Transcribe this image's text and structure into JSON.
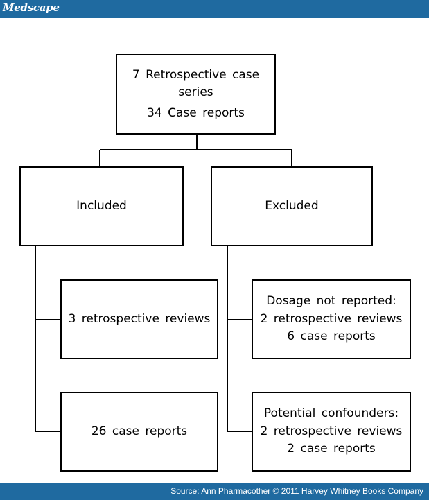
{
  "header": {
    "brand": "Medscape"
  },
  "footer": {
    "source": "Source: Ann Pharmacother © 2011 Harvey Whitney Books Company"
  },
  "diagram": {
    "root": {
      "line1": "7 Retrospective case",
      "line2": "series",
      "line3": "34 Case reports"
    },
    "included": {
      "label": "Included",
      "reviews": "3 retrospective reviews",
      "cases": "26 case reports"
    },
    "excluded": {
      "label": "Excluded",
      "dosage": {
        "title": "Dosage not reported:",
        "reviews": "2 retrospective reviews",
        "cases": "6 case reports"
      },
      "confounders": {
        "title": "Potential confounders:",
        "reviews": "2 retrospective reviews",
        "cases": "2 case reports"
      }
    }
  }
}
